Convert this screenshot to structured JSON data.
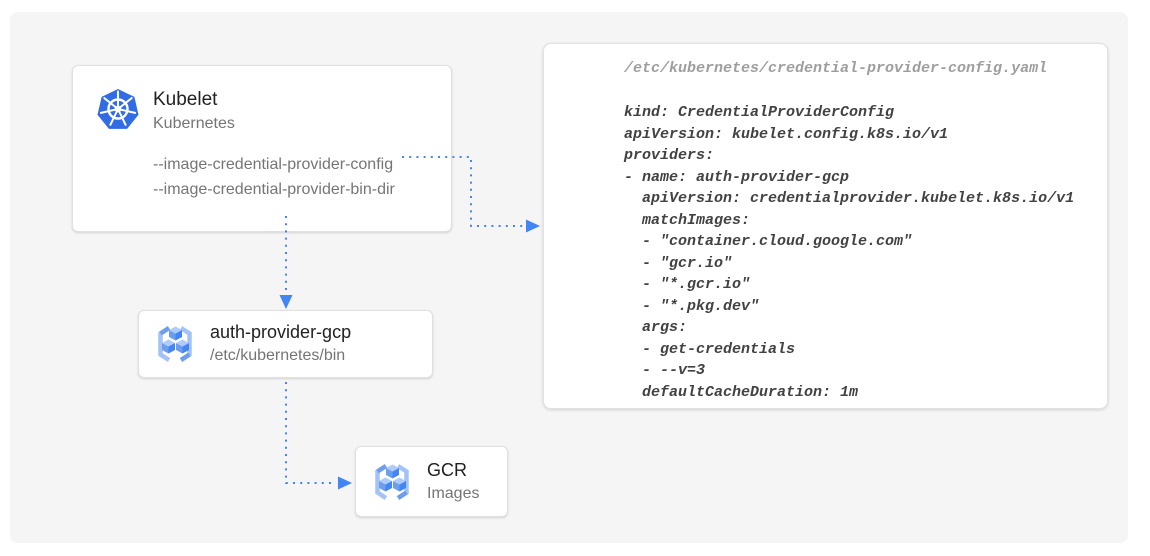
{
  "colors": {
    "arrow_blue": "#4285F4",
    "kubernetes_blue": "#326CE5",
    "canvas_bg": "#F5F5F5",
    "card_border": "#E0E0E0",
    "title_text": "#212121",
    "muted_text": "#757575",
    "code_text": "#424242",
    "code_path_text": "#9E9E9E"
  },
  "kubelet_card": {
    "title": "Kubelet",
    "subtitle": "Kubernetes",
    "flags": [
      "--image-credential-provider-config",
      "--image-credential-provider-bin-dir"
    ]
  },
  "auth_provider_card": {
    "title": "auth-provider-gcp",
    "subtitle": "/etc/kubernetes/bin"
  },
  "gcr_card": {
    "title": "GCR",
    "subtitle": "Images"
  },
  "code_panel": {
    "file_path": "/etc/kubernetes/credential-provider-config.yaml",
    "code_lines": [
      "kind: CredentialProviderConfig",
      "apiVersion: kubelet.config.k8s.io/v1",
      "providers:",
      "- name: auth-provider-gcp",
      "  apiVersion: credentialprovider.kubelet.k8s.io/v1",
      "  matchImages:",
      "  - \"container.cloud.google.com\"",
      "  - \"gcr.io\"",
      "  - \"*.gcr.io\"",
      "  - \"*.pkg.dev\"",
      "  args:",
      "  - get-credentials",
      "  - --v=3",
      "  defaultCacheDuration: 1m"
    ]
  }
}
